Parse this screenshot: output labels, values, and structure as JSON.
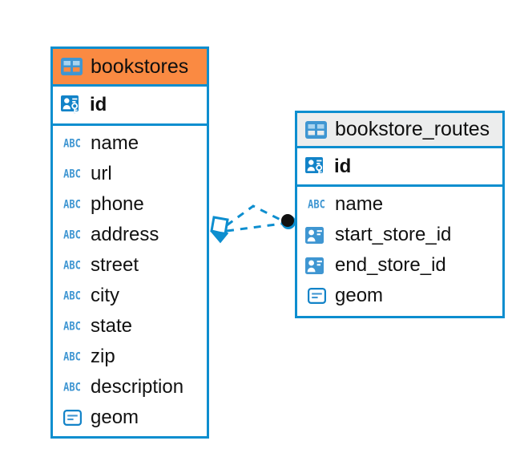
{
  "diagram": {
    "type": "entity-relationship-diagram",
    "background_color": "#ffffff",
    "accent_color": "#0d8ecf",
    "highlight_color": "#fa8a42",
    "header_gray": "#eceded"
  },
  "entities": [
    {
      "name": "bookstores",
      "header_icon": "table-icon",
      "header_style": "orange",
      "primary_key": {
        "label": "id",
        "icon": "primary-key-icon"
      },
      "fields": [
        {
          "label": "name",
          "icon": "text-type-icon",
          "type": "ABC"
        },
        {
          "label": "url",
          "icon": "text-type-icon",
          "type": "ABC"
        },
        {
          "label": "phone",
          "icon": "text-type-icon",
          "type": "ABC"
        },
        {
          "label": "address",
          "icon": "text-type-icon",
          "type": "ABC"
        },
        {
          "label": "street",
          "icon": "text-type-icon",
          "type": "ABC"
        },
        {
          "label": "city",
          "icon": "text-type-icon",
          "type": "ABC"
        },
        {
          "label": "state",
          "icon": "text-type-icon",
          "type": "ABC"
        },
        {
          "label": "zip",
          "icon": "text-type-icon",
          "type": "ABC"
        },
        {
          "label": "description",
          "icon": "text-type-icon",
          "type": "ABC"
        },
        {
          "label": "geom",
          "icon": "geometry-type-icon",
          "type": "BLOB"
        }
      ]
    },
    {
      "name": "bookstore_routes",
      "header_icon": "table-icon",
      "header_style": "gray",
      "primary_key": {
        "label": "id",
        "icon": "primary-key-icon"
      },
      "fields": [
        {
          "label": "name",
          "icon": "text-type-icon",
          "type": "ABC"
        },
        {
          "label": "start_store_id",
          "icon": "foreign-key-icon",
          "type": "FK"
        },
        {
          "label": "end_store_id",
          "icon": "foreign-key-icon",
          "type": "FK"
        },
        {
          "label": "geom",
          "icon": "geometry-type-icon",
          "type": "BLOB"
        }
      ]
    }
  ],
  "relationship": {
    "from_entity": "bookstores",
    "to_entity": "bookstore_routes",
    "from_marker": "open-diamond-marker",
    "to_marker": "filled-circle-marker",
    "line_style": "dashed",
    "line_color": "#0d8ecf"
  }
}
